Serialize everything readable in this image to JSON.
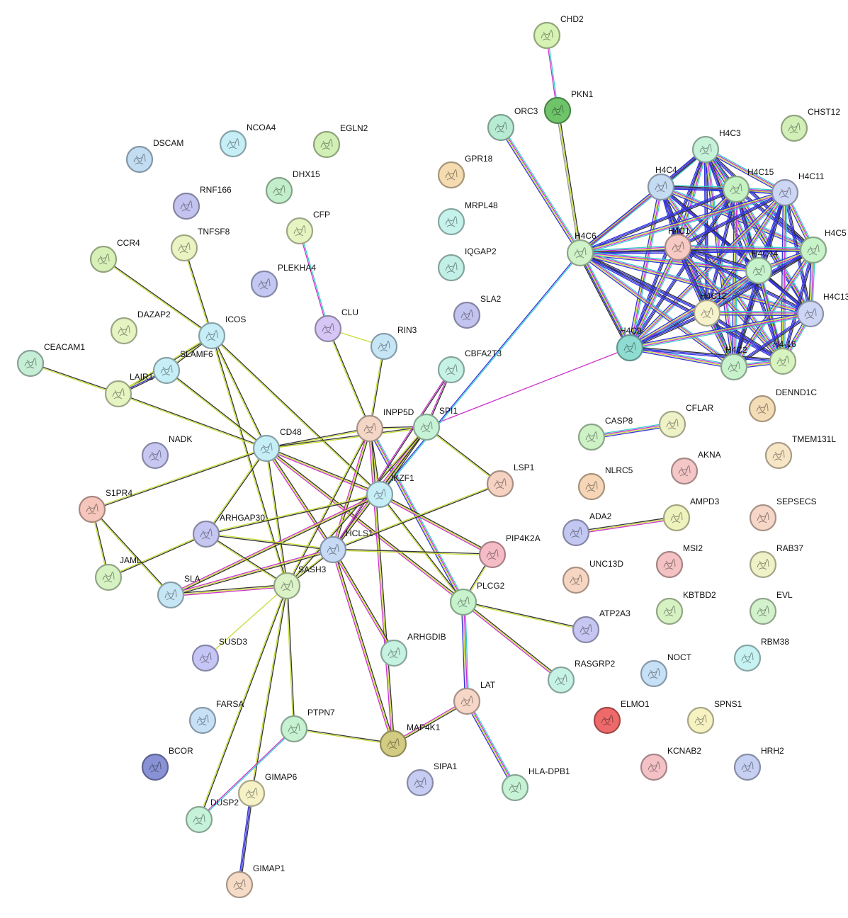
{
  "nodes": [
    {
      "id": "CHD2",
      "color": "#d7f3b4"
    },
    {
      "id": "PKN1",
      "color": "#6fc46a"
    },
    {
      "id": "ORC3",
      "color": "#b8ecd2"
    },
    {
      "id": "CHST12",
      "color": "#d2efb8"
    },
    {
      "id": "H4C3",
      "color": "#c6f2da"
    },
    {
      "id": "H4C4",
      "color": "#c5dbf2"
    },
    {
      "id": "H4C15",
      "color": "#c6f2c4"
    },
    {
      "id": "H4C11",
      "color": "#cdd6f4"
    },
    {
      "id": "GPR18",
      "color": "#f4dcb0"
    },
    {
      "id": "MRPL48",
      "color": "#c6f2ec"
    },
    {
      "id": "H4C6",
      "color": "#cff2c8"
    },
    {
      "id": "H4C1",
      "color": "#f6c9c2"
    },
    {
      "id": "H4C5",
      "color": "#c8f2c8"
    },
    {
      "id": "H4C14",
      "color": "#c6f2cc"
    },
    {
      "id": "IQGAP2",
      "color": "#c2efe6"
    },
    {
      "id": "H4C12",
      "color": "#f6f2cc"
    },
    {
      "id": "H4C13",
      "color": "#cdd6f4"
    },
    {
      "id": "SLA2",
      "color": "#c3c3f0"
    },
    {
      "id": "H4C9",
      "color": "#8edcd2"
    },
    {
      "id": "H4C2",
      "color": "#c8f2cc"
    },
    {
      "id": "H4-16",
      "color": "#d7f4c0"
    },
    {
      "id": "DSCAM",
      "color": "#c2dcf2"
    },
    {
      "id": "NCOA4",
      "color": "#c6eef6"
    },
    {
      "id": "EGLN2",
      "color": "#d2efb6"
    },
    {
      "id": "DHX15",
      "color": "#c3eecb"
    },
    {
      "id": "RNF166",
      "color": "#c3c3f0"
    },
    {
      "id": "CFP",
      "color": "#e6f4c2"
    },
    {
      "id": "TNFSF8",
      "color": "#eaf4c2"
    },
    {
      "id": "CCR4",
      "color": "#d7f0b8"
    },
    {
      "id": "PLEKHA4",
      "color": "#c3c8f2"
    },
    {
      "id": "CLU",
      "color": "#d6c6f6"
    },
    {
      "id": "RIN3",
      "color": "#c6e6f6"
    },
    {
      "id": "DAZAP2",
      "color": "#e6f4c2"
    },
    {
      "id": "ICOS",
      "color": "#c6eef6"
    },
    {
      "id": "CBFA2T3",
      "color": "#c6f2e6"
    },
    {
      "id": "CEACAM1",
      "color": "#c6eed6"
    },
    {
      "id": "SLAMF6",
      "color": "#c6eef6"
    },
    {
      "id": "LAIR1",
      "color": "#e6f4c2"
    },
    {
      "id": "INPP5D",
      "color": "#f4d6c6"
    },
    {
      "id": "SPI1",
      "color": "#c6f2d6"
    },
    {
      "id": "CASP8",
      "color": "#cdf2c6"
    },
    {
      "id": "CFLAR",
      "color": "#eef2c6"
    },
    {
      "id": "DENND1C",
      "color": "#f4dcb6"
    },
    {
      "id": "NADK",
      "color": "#c6c8f2"
    },
    {
      "id": "CD48",
      "color": "#c6eef6"
    },
    {
      "id": "TMEM131L",
      "color": "#f6e6c6"
    },
    {
      "id": "AKNA",
      "color": "#f4c6c6"
    },
    {
      "id": "LSP1",
      "color": "#f6d2c2"
    },
    {
      "id": "NLRC5",
      "color": "#f6d6b6"
    },
    {
      "id": "IKZF1",
      "color": "#c6eef6"
    },
    {
      "id": "S1PR4",
      "color": "#f6c6bc"
    },
    {
      "id": "ARHGAP30",
      "color": "#c6c6f2"
    },
    {
      "id": "ADA2",
      "color": "#c3c8f2"
    },
    {
      "id": "AMPD3",
      "color": "#eef2bc"
    },
    {
      "id": "SEPSECS",
      "color": "#f6d6c6"
    },
    {
      "id": "HCLS1",
      "color": "#c6daf6"
    },
    {
      "id": "PIP4K2A",
      "color": "#f6bcc6"
    },
    {
      "id": "MSI2",
      "color": "#f4c2c2"
    },
    {
      "id": "RAB37",
      "color": "#eef2c6"
    },
    {
      "id": "JAML",
      "color": "#d6f2c2"
    },
    {
      "id": "SLA",
      "color": "#c6e6f6"
    },
    {
      "id": "SASH3",
      "color": "#daf2c6"
    },
    {
      "id": "UNC13D",
      "color": "#f6d6c2"
    },
    {
      "id": "PLCG2",
      "color": "#c6f2cc"
    },
    {
      "id": "KBTBD2",
      "color": "#d6f2c2"
    },
    {
      "id": "EVL",
      "color": "#d2f2cc"
    },
    {
      "id": "ATP2A3",
      "color": "#c6c6f2"
    },
    {
      "id": "ARHGDIB",
      "color": "#c6f2e2"
    },
    {
      "id": "SUSD3",
      "color": "#c6c6f6"
    },
    {
      "id": "RASGRP2",
      "color": "#c6f2e6"
    },
    {
      "id": "NOCT",
      "color": "#c6e0f6"
    },
    {
      "id": "RBM38",
      "color": "#c6f2f2"
    },
    {
      "id": "LAT",
      "color": "#f6d6c6"
    },
    {
      "id": "FARSA",
      "color": "#c6e0f6"
    },
    {
      "id": "ELMO1",
      "color": "#ee6a6a"
    },
    {
      "id": "SPNS1",
      "color": "#f6f2c2"
    },
    {
      "id": "PTPN7",
      "color": "#c6f2d2"
    },
    {
      "id": "MAP4K1",
      "color": "#d2cc82"
    },
    {
      "id": "BCOR",
      "color": "#8a92d6"
    },
    {
      "id": "KCNAB2",
      "color": "#f4c2c6"
    },
    {
      "id": "HRH2",
      "color": "#c6d0f2"
    },
    {
      "id": "SIPA1",
      "color": "#c6ccf2"
    },
    {
      "id": "HLA-DPB1",
      "color": "#c6f2d6"
    },
    {
      "id": "GIMAP6",
      "color": "#f6f2c6"
    },
    {
      "id": "DUSP2",
      "color": "#c6f2da"
    },
    {
      "id": "GIMAP1",
      "color": "#f6dcc6"
    }
  ],
  "edges": [
    [
      "CHD2",
      "PKN1",
      "tm"
    ],
    [
      "PKN1",
      "H4C6",
      "kgl"
    ],
    [
      "ORC3",
      "H4C6",
      "tmgb"
    ],
    [
      "H4C6",
      "H4C9",
      "full"
    ],
    [
      "H4C9",
      "SPI1",
      "m"
    ],
    [
      "H4C6",
      "IKZF1",
      "tb"
    ],
    [
      "CFP",
      "CLU",
      "tm"
    ],
    [
      "CLU",
      "INPP5D",
      "kg"
    ],
    [
      "CLU",
      "RIN3",
      "g"
    ],
    [
      "RIN3",
      "INPP5D",
      "kg"
    ],
    [
      "CCR4",
      "ICOS",
      "kg"
    ],
    [
      "TNFSF8",
      "ICOS",
      "kg"
    ],
    [
      "ICOS",
      "SLAMF6",
      "kg"
    ],
    [
      "ICOS",
      "LAIR1",
      "kg"
    ],
    [
      "ICOS",
      "CD48",
      "kg"
    ],
    [
      "ICOS",
      "IKZF1",
      "kg"
    ],
    [
      "ICOS",
      "SASH3",
      "kg"
    ],
    [
      "CEACAM1",
      "LAIR1",
      "kg"
    ],
    [
      "SLAMF6",
      "LAIR1",
      "kbg"
    ],
    [
      "SLAMF6",
      "CD48",
      "kg"
    ],
    [
      "LAIR1",
      "CD48",
      "kg"
    ],
    [
      "CD48",
      "INPP5D",
      "kg"
    ],
    [
      "CD48",
      "SPI1",
      "kg"
    ],
    [
      "CD48",
      "IKZF1",
      "kgm"
    ],
    [
      "CD48",
      "HCLS1",
      "kgm"
    ],
    [
      "CD48",
      "ARHGAP30",
      "kg"
    ],
    [
      "CD48",
      "SASH3",
      "kg"
    ],
    [
      "CD48",
      "S1PR4",
      "kg"
    ],
    [
      "CD48",
      "PLCG2",
      "kgm"
    ],
    [
      "INPP5D",
      "IKZF1",
      "kg"
    ],
    [
      "INPP5D",
      "HCLS1",
      "kgm"
    ],
    [
      "INPP5D",
      "PLCG2",
      "tmgb"
    ],
    [
      "INPP5D",
      "SPI1",
      "kg"
    ],
    [
      "INPP5D",
      "MAP4K1",
      "kgm"
    ],
    [
      "INPP5D",
      "SASH3",
      "kg"
    ],
    [
      "SPI1",
      "LSP1",
      "kg"
    ],
    [
      "SPI1",
      "IKZF1",
      "kgm"
    ],
    [
      "SPI1",
      "HCLS1",
      "kgm"
    ],
    [
      "SPI1",
      "SASH3",
      "kg"
    ],
    [
      "CBFA2T3",
      "SPI1",
      "km"
    ],
    [
      "CBFA2T3",
      "HCLS1",
      "km"
    ],
    [
      "IKZF1",
      "PIP4K2A",
      "kgm"
    ],
    [
      "IKZF1",
      "PLCG2",
      "kg"
    ],
    [
      "IKZF1",
      "ARHGAP30",
      "kg"
    ],
    [
      "IKZF1",
      "SLA",
      "kgm"
    ],
    [
      "LSP1",
      "HCLS1",
      "kg"
    ],
    [
      "HCLS1",
      "ARHGAP30",
      "kg"
    ],
    [
      "HCLS1",
      "SASH3",
      "kg"
    ],
    [
      "HCLS1",
      "SLA",
      "kgm"
    ],
    [
      "HCLS1",
      "ARHGDIB",
      "kgm"
    ],
    [
      "HCLS1",
      "MAP4K1",
      "kgm"
    ],
    [
      "HCLS1",
      "PIP4K2A",
      "kg"
    ],
    [
      "ARHGAP30",
      "SASH3",
      "kg"
    ],
    [
      "ARHGAP30",
      "JAML",
      "kg"
    ],
    [
      "S1PR4",
      "JAML",
      "kg"
    ],
    [
      "S1PR4",
      "SLA",
      "kg"
    ],
    [
      "SLA",
      "SASH3",
      "kgm"
    ],
    [
      "SASH3",
      "SUSD3",
      "g"
    ],
    [
      "SASH3",
      "PTPN7",
      "kg"
    ],
    [
      "SASH3",
      "GIMAP6",
      "kg"
    ],
    [
      "SASH3",
      "DUSP2",
      "kg"
    ],
    [
      "PLCG2",
      "ATP2A3",
      "kg"
    ],
    [
      "PLCG2",
      "RASGRP2",
      "kgm"
    ],
    [
      "PLCG2",
      "LAT",
      "tmgb"
    ],
    [
      "PLCG2",
      "PIP4K2A",
      "kg"
    ],
    [
      "LAT",
      "MAP4K1",
      "kgm"
    ],
    [
      "LAT",
      "HLA-DPB1",
      "tmgb"
    ],
    [
      "PTPN7",
      "MAP4K1",
      "kg"
    ],
    [
      "PTPN7",
      "DUSP2",
      "tm"
    ],
    [
      "GIMAP6",
      "GIMAP1",
      "kbb"
    ],
    [
      "CASP8",
      "CFLAR",
      "tmgb"
    ],
    [
      "ADA2",
      "AMPD3",
      "kgm"
    ]
  ],
  "hclust": [
    "H4C3",
    "H4C4",
    "H4C15",
    "H4C11",
    "H4C6",
    "H4C1",
    "H4C5",
    "H4C14",
    "H4C12",
    "H4C13",
    "H4C9",
    "H4C2",
    "H4-16"
  ]
}
